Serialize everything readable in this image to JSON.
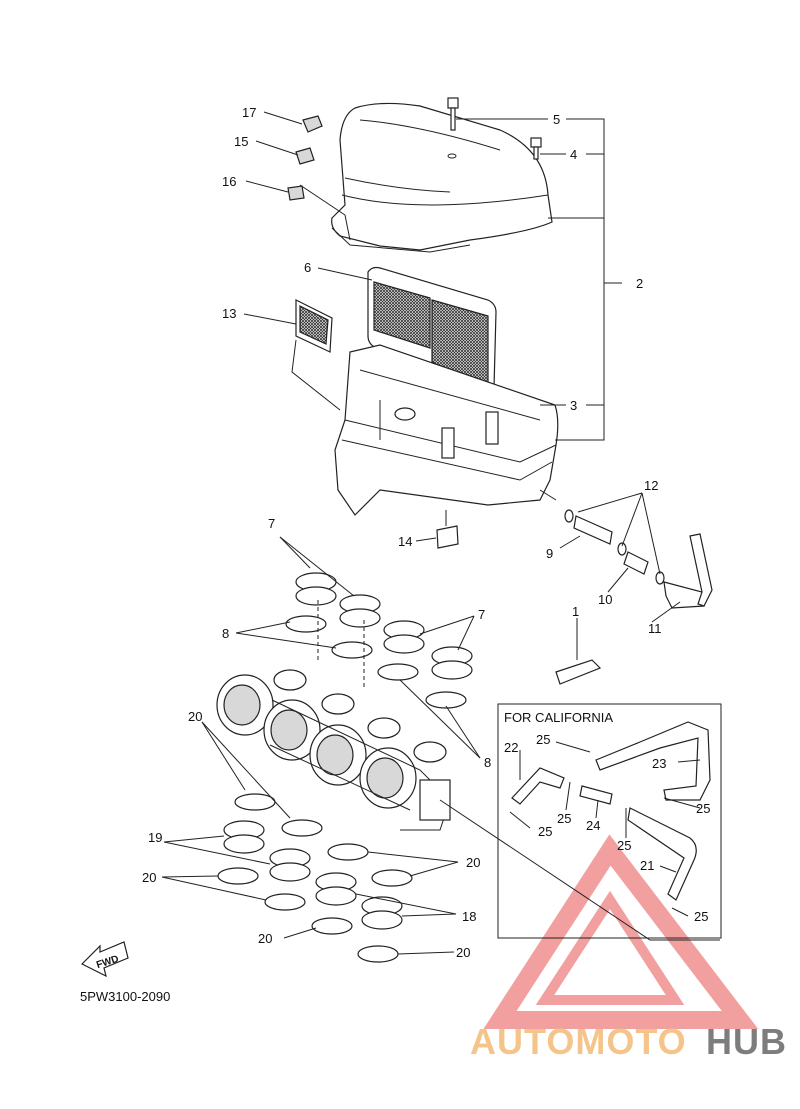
{
  "diagram": {
    "drawing_code": "5PW3100-2090",
    "fwd_label": "FWD",
    "california_title": "FOR CALIFORNIA",
    "watermark": {
      "prefix": "AUTOMOTO",
      "suffix": "HUB",
      "colors": {
        "prefix": "#f5c48a",
        "suffix": "#7d7d7d",
        "triangle": "#e85050"
      }
    },
    "callouts": {
      "n17": "17",
      "n15": "15",
      "n16": "16",
      "n5": "5",
      "n4": "4",
      "n2": "2",
      "n6": "6",
      "n13": "13",
      "n3": "3",
      "n12": "12",
      "n14": "14",
      "n9": "9",
      "n10": "10",
      "n11": "11",
      "n1": "1",
      "n7a": "7",
      "n7b": "7",
      "n8a": "8",
      "n8b": "8",
      "n20a": "20",
      "n19": "19",
      "n20b": "20",
      "n20c": "20",
      "n18": "18",
      "n20d": "20",
      "n20e": "20",
      "c25a": "25",
      "c22": "22",
      "c23": "23",
      "c25b": "25",
      "c25c": "25",
      "c24": "24",
      "c25d": "25",
      "c25e": "25",
      "c21": "21",
      "c25f": "25"
    }
  }
}
